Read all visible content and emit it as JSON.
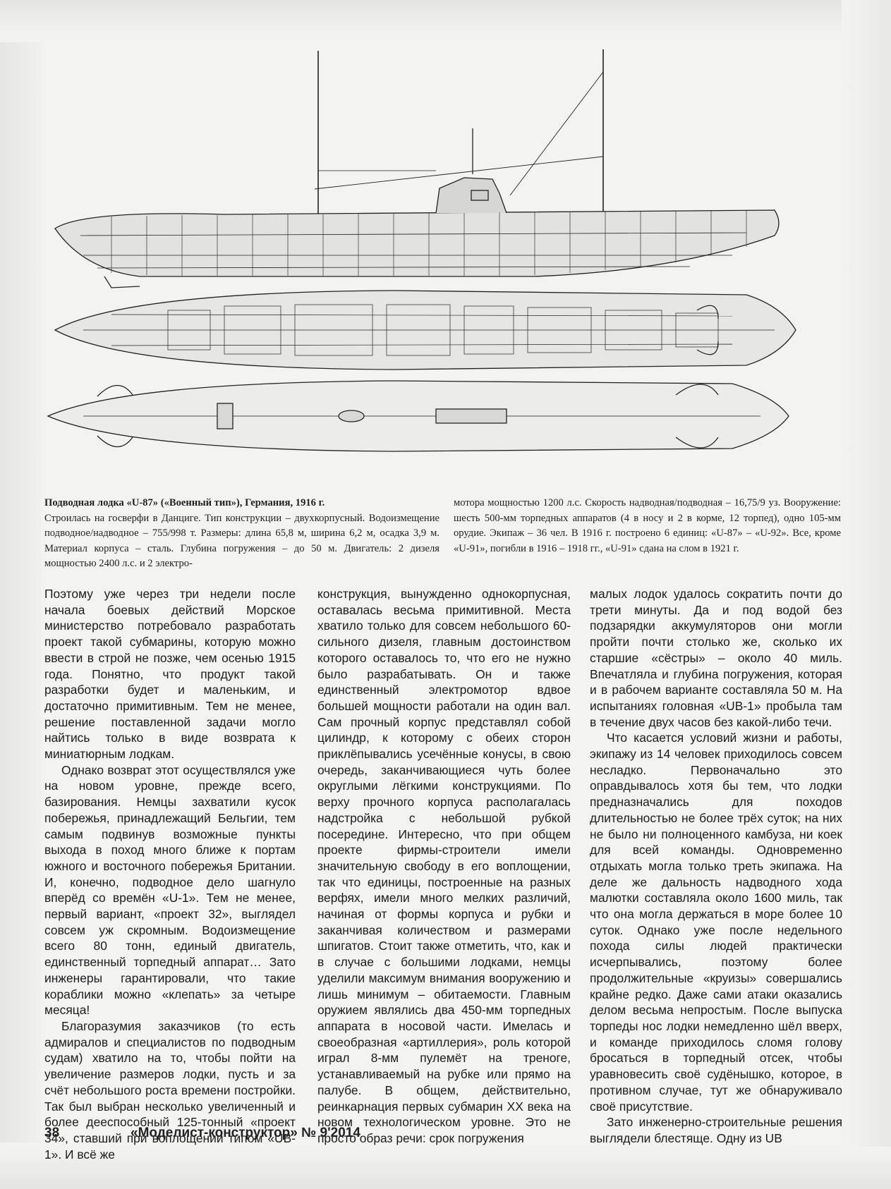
{
  "caption": {
    "title": "Подводная лодка «U-87» («Военный тип»), Германия, 1916 г.",
    "text_left": "Строилась на госверфи в Данциге. Тип конструкции – двухкорпусный. Водоизмещение подводное/надводное – 755/998 т. Размеры: длина 65,8 м, ширина 6,2 м, осадка 3,9 м. Материал корпуса – сталь. Глубина погружения – до 50 м. Двигатель: 2 дизеля мощностью 2400 л.с. и 2 электро-",
    "text_right": "мотора мощностью 1200 л.с. Скорость надводная/подводная – 16,75/9 уз. Вооружение: шесть 500-мм торпедных аппаратов (4 в носу и 2 в корме, 12 торпед), одно 105-мм орудие. Экипаж – 36 чел. В 1916 г. построено 6 единиц: «U-87» – «U-92». Все, кроме «U-91», погибли в 1916 – 1918 гг., «U-91» сдана на слом в 1921 г."
  },
  "col1": [
    "Поэтому уже через три недели после начала боевых действий Морское министерство потребовало разработать проект такой субмарины, которую можно ввести в строй не позже, чем осенью 1915 года. Понятно, что продукт такой разработки будет и маленьким, и достаточно примитивным. Тем не менее, решение поставленной задачи могло найтись только в виде возврата к миниатюрным лодкам.",
    "Однако возврат этот осуществлялся уже на новом уровне, прежде всего, базирования. Немцы захватили кусок побережья, принадлежащий Бельгии, тем самым подвинув возможные пункты выхода в поход много ближе к портам южного и восточного побережья Британии. И, конечно, подводное дело шагнуло вперёд со времён «U-1». Тем не менее, первый вариант, «проект 32», выглядел совсем уж скромным. Водоизмещение всего 80 тонн, единый двигатель, единственный торпедный аппарат… Зато инженеры гарантировали, что такие кораблики можно «клепать» за четыре месяца!",
    "Благоразумия заказчиков (то есть адмиралов и специалистов по подводным судам) хватило на то, чтобы пойти на увеличение размеров лодки, пусть и за счёт небольшого роста времени постройки. Так был выбран несколько увеличенный и более дееспособный 125-тонный «проект 34», ставший при воплощении типом «UB-1». И всё же"
  ],
  "col2": [
    "конструкция, вынужденно однокорпусная, оставалась весьма примитивной. Места хватило только для совсем небольшого 60-сильного дизеля, главным достоинством которого оставалось то, что его не нужно было разрабатывать. Он и также единственный электромотор вдвое большей мощности работали на один вал. Сам прочный корпус представлял собой цилиндр, к которому с обеих сторон приклёпывались усечённые конусы, в свою очередь, заканчивающиеся чуть более округлыми лёгкими конструкциями. По верху прочного корпуса располагалась надстройка с небольшой рубкой посередине. Интересно, что при общем проекте фирмы-строители имели значительную свободу в его воплощении, так что единицы, построенные на разных верфях, имели много мелких различий, начиная от формы корпуса и рубки и заканчивая количеством и размерами шпигатов. Стоит также отметить, что, как и в случае с большими лодками, немцы уделили максимум внимания вооружению и лишь минимум – обитаемости. Главным оружием являлись два 450-мм торпедных аппарата в носовой части. Имелась и своеобразная «артиллерия», роль которой играл 8-мм пулемёт на треноге, устанавливаемый на рубке или прямо на палубе. В общем, действительно, реинкарнация первых субмарин XX века на новом технологическом уровне. Это не просто образ речи: срок погружения"
  ],
  "col3": [
    "малых лодок удалось сократить почти до трети минуты. Да и под водой без подзарядки аккумуляторов они могли пройти почти столько же, сколько их старшие «сёстры» – около 40 миль. Впечатляла и глубина погружения, которая и в рабочем варианте составляла 50 м. На испытаниях головная «UB-1» пробыла там в течение двух часов без какой-либо течи.",
    "Что касается условий жизни и работы, экипажу из 14 человек приходилось совсем несладко. Первоначально это оправдывалось хотя бы тем, что лодки предназначались для походов длительностью не более трёх суток; на них не было ни полноценного камбуза, ни коек для всей команды. Одновременно отдыхать могла только треть экипажа. На деле же дальность надводного хода малютки составляла около 1600 миль, так что она могла держаться в море более 10 суток. Однако уже после недельного похода силы людей практически исчерпывались, поэтому более продолжительные «круизы» совершались крайне редко. Даже сами атаки оказались делом весьма непростым. После выпуска торпеды нос лодки немедленно шёл вверх, и команде приходилось сломя голову бросаться в торпедный отсек, чтобы уравновесить своё судёнышко, которое, в противном случае, тут же обнаруживало своё присутствие.",
    "Зато инженерно-строительные решения выглядели блестяще. Одну из UB"
  ],
  "footer": {
    "page_number": "38",
    "magazine": "«Моделист-конструктор» № 9'2014"
  },
  "colors": {
    "ink": "#1a1a1a",
    "paper": "#f3f3f1"
  }
}
